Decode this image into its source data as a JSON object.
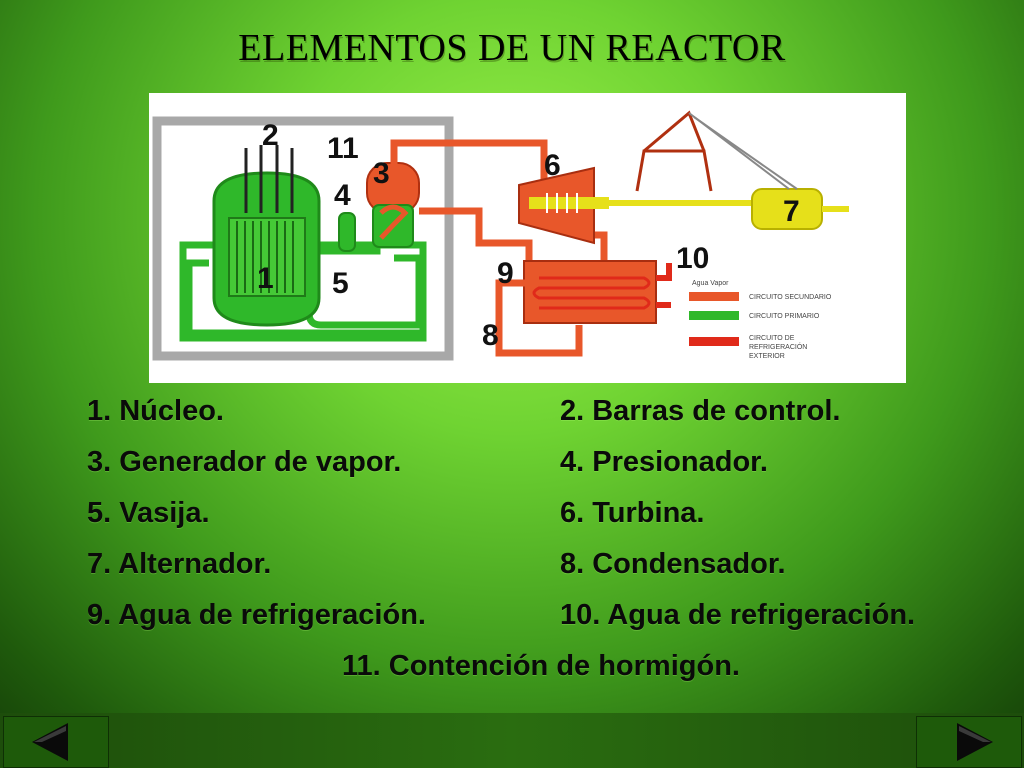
{
  "slide": {
    "title": "ELEMENTOS DE UN REACTOR"
  },
  "diagram": {
    "labels": [
      "1",
      "2",
      "3",
      "4",
      "5",
      "6",
      "7",
      "8",
      "9",
      "10",
      "11"
    ],
    "legend": {
      "header": "Agua Vapor",
      "secondary": "CIRCUITO SECUNDARIO",
      "primary": "CIRCUITO PRIMARIO",
      "cooling_line1": "CIRCUITO DE",
      "cooling_line2": "REFRIGERACIÓN",
      "cooling_line3": "EXTERIOR"
    },
    "colors": {
      "primary": "#2fb82a",
      "secondary": "#e8572a",
      "cooling": "#e02a1a",
      "alternator": "#e6e01a",
      "containment": "#a8a8a8"
    }
  },
  "items": [
    "1. Núcleo.",
    "2. Barras de control.",
    "3. Generador de vapor.",
    "4. Presionador.",
    "5. Vasija.",
    "6. Turbina.",
    "7. Alternador.",
    "8. Condensador.",
    "9. Agua de refrigeración.",
    "10. Agua de refrigeración.",
    "11. Contención de hormigón."
  ],
  "navigation": {
    "prev_icon": "left-arrow-icon",
    "next_icon": "right-arrow-icon"
  }
}
